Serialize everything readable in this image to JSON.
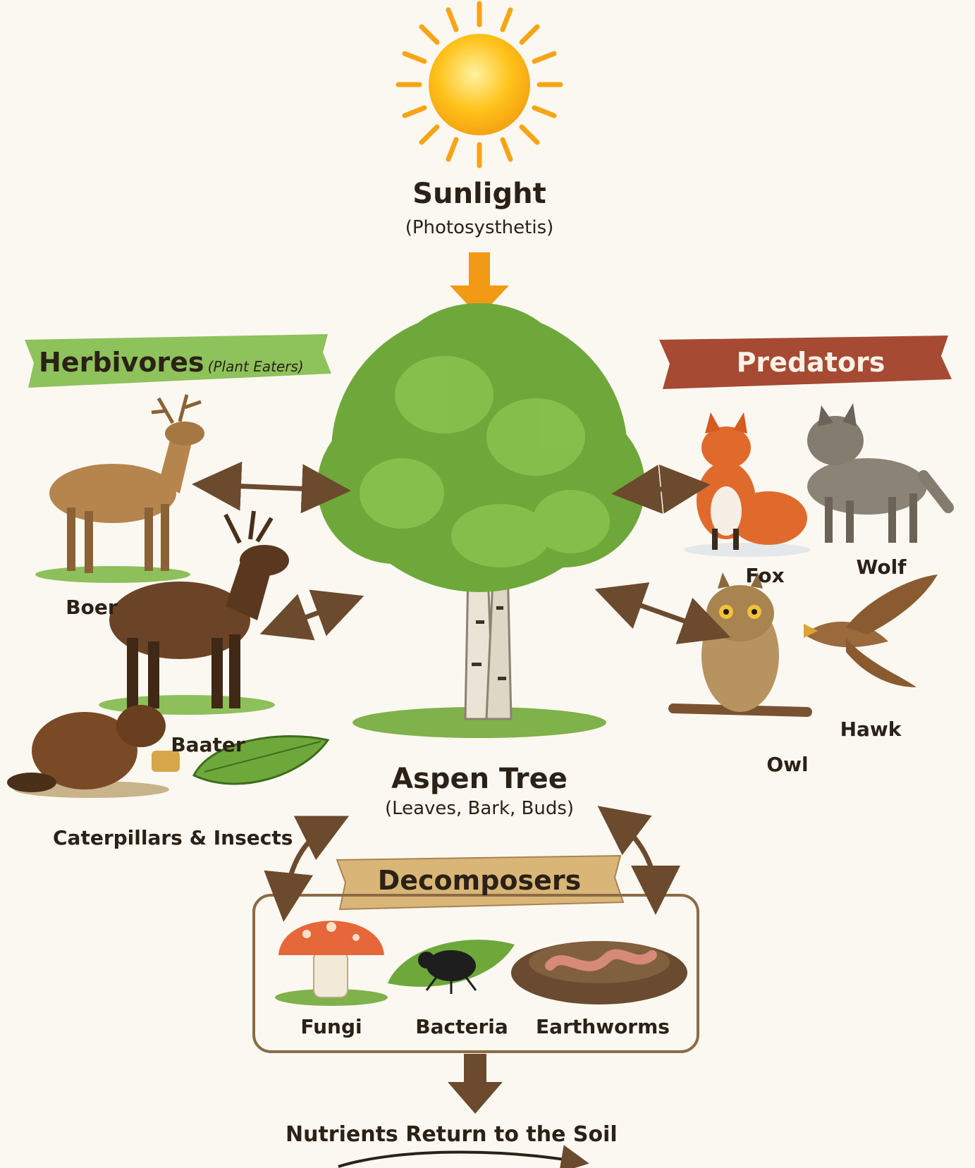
{
  "sun": {
    "title": "Sunlight",
    "subtitle": "(Photosysthetis)"
  },
  "tree": {
    "title": "Aspen Tree",
    "subtitle": "(Leaves, Bark, Buds)"
  },
  "herbivores": {
    "banner": "Herbivores",
    "banner_note": "(Plant Eaters)",
    "items": [
      "Boer",
      "Baater",
      "Caterpillars & Insects"
    ]
  },
  "predators": {
    "banner": "Predators",
    "items": [
      "Fox",
      "Wolf",
      "Owl",
      "Hawk"
    ]
  },
  "decomposers": {
    "banner": "Decomposers",
    "items": [
      "Fungi",
      "Bacteria",
      "Earthworms"
    ]
  },
  "output": {
    "label": "Nutrients Return to the Soil"
  },
  "colors": {
    "background": "#fbf8f1",
    "sun": "#ffc21a",
    "sun_ray": "#f7a415",
    "sun_arrow": "#f29a16",
    "herbivore_banner": "#8ec25b",
    "predator_banner": "#a64a33",
    "decomposer_banner": "#d9b678",
    "arrow": "#6b4a2e",
    "leaf": "#6ea83a",
    "bark": "#e9e4d6"
  }
}
